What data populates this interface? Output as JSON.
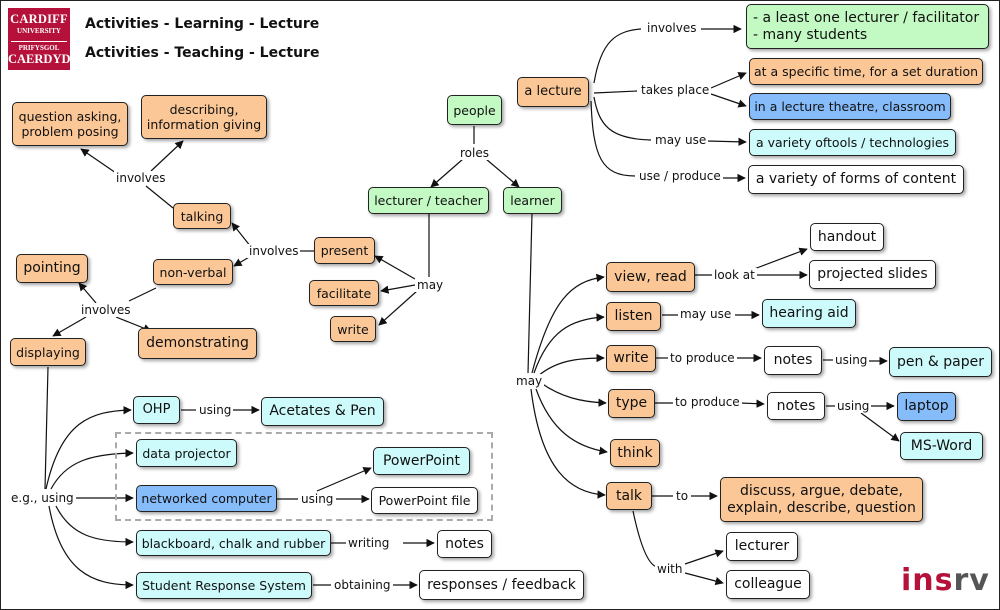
{
  "header": {
    "logo_lines": [
      "CARDIFF",
      "UNIVERSITY",
      "PRIFYSGOL",
      "CAERDYD"
    ],
    "title1": "Activities - Learning - Lecture",
    "title2": "Activities - Teaching - Lecture",
    "brand_a": "ins",
    "brand_b": "rv"
  },
  "colors": {
    "orange": "#fbc796",
    "green": "#c3f9c3",
    "cyan": "#cdfafa",
    "blue": "#86bcfa",
    "white": "#ffffff",
    "brand": "#b5113a"
  },
  "nodes": {
    "a_lecture": "a lecture",
    "lecturer_students": "- a least one lecturer / facilitator\n- many students",
    "specific_time": "at a specific time, for a set duration",
    "lecture_theatre": "in a lecture theatre, classroom",
    "variety_tools": "a variety oftools / technologies",
    "variety_content": "a variety of forms of content",
    "people": "people",
    "lecturer_teacher": "lecturer / teacher",
    "learner": "learner",
    "question_asking": "question asking,\nproblem posing",
    "describing": "describing,\ninformation giving",
    "talking_teacher": "talking",
    "present": "present",
    "non_verbal": "non-verbal",
    "pointing": "pointing",
    "facilitate": "facilitate",
    "write_teacher": "write",
    "displaying": "displaying",
    "demonstrating": "demonstrating",
    "ohp": "OHP",
    "acetates": "Acetates & Pen",
    "data_projector": "data projector",
    "powerpoint": "PowerPoint",
    "networked_computer": "networked computer",
    "powerpoint_file": "PowerPoint file",
    "blackboard": "blackboard, chalk and rubber",
    "notes_board": "notes",
    "srs": "Student Response System",
    "responses": "responses / feedback",
    "view_read": "view, read",
    "handout": "handout",
    "projected_slides": "projected slides",
    "listen": "listen",
    "hearing_aid": "hearing aid",
    "write_learner": "write",
    "notes_write": "notes",
    "pen_paper": "pen & paper",
    "type": "type",
    "notes_type": "notes",
    "laptop": "laptop",
    "ms_word": "MS-Word",
    "think": "think",
    "talk": "talk",
    "discuss": "discuss, argue, debate,\nexplain, describe, question",
    "lecturer": "lecturer",
    "colleague": "colleague"
  },
  "labels": {
    "involves_top": "involves",
    "takes_place": "takes place",
    "may_use_top": "may use",
    "use_produce": "use / produce",
    "roles": "roles",
    "involves_talking": "involves",
    "involves_present": "involves",
    "involves_nonverbal": "involves",
    "may_teacher": "may",
    "eg_using": "e.g., using",
    "using_ohp": "using",
    "using_computer": "using",
    "writing": "writing",
    "obtaining": "obtaining",
    "may_learner": "may",
    "look_at": "look at",
    "may_use_listen": "may use",
    "to_produce_write": "to produce",
    "using_notes": "using",
    "to_produce_type": "to produce",
    "using_type": "using",
    "to": "to",
    "with": "with"
  }
}
